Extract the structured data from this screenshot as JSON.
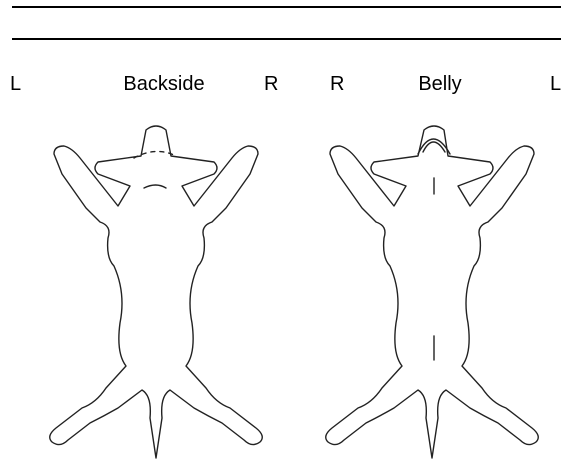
{
  "header": {
    "rule_lines": 2
  },
  "panels": [
    {
      "view": "backside",
      "left_label": "L",
      "title": "Backside",
      "right_label": "R"
    },
    {
      "view": "belly",
      "left_label": "R",
      "title": "Belly",
      "right_label": "L"
    }
  ]
}
